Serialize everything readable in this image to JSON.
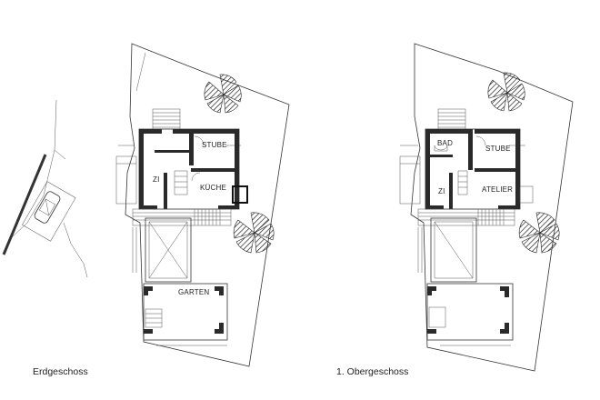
{
  "plans": [
    {
      "caption": "Erdgeschoss",
      "rooms": {
        "stube": "STUBE",
        "zi": "ZI",
        "kueche": "KÜCHE",
        "garten": "GARTEN"
      }
    },
    {
      "caption": "1. Obergeschoss",
      "rooms": {
        "bad": "BAD",
        "stube": "STUBE",
        "zi": "ZI",
        "atelier": "ATELIER"
      }
    }
  ],
  "icons": [
    "tree-symbol",
    "car-symbol",
    "staircase-symbol",
    "section-marker"
  ]
}
